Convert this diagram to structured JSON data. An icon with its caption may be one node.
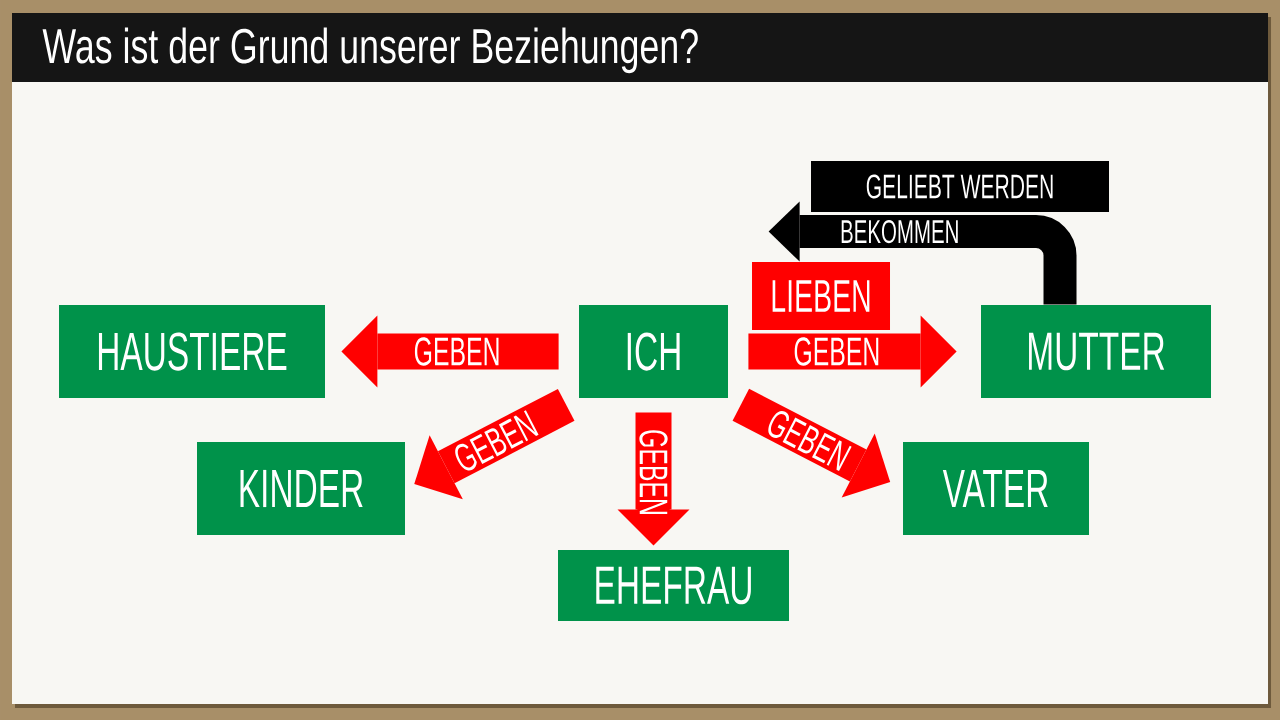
{
  "diagram": {
    "title": "Was ist der Grund unserer Beziehungen?",
    "nodes": [
      {
        "text": [
          "GELIEBT WERDEN"
        ]
      },
      {
        "text": [
          "LIEBEN"
        ]
      },
      {
        "text": [
          "HAUSTIERE"
        ]
      },
      {
        "text": [
          "ICH"
        ]
      },
      {
        "text": [
          "MUTTER"
        ]
      },
      {
        "text": [
          "KINDER"
        ]
      },
      {
        "text": [
          "VATER"
        ]
      },
      {
        "text": [
          "EHEFRAU"
        ]
      }
    ],
    "edges": [
      {
        "from": 3,
        "to": 2,
        "arrow": "to",
        "label": "GEBEN"
      },
      {
        "from": 3,
        "to": 4,
        "arrow": "to",
        "label": "GEBEN"
      },
      {
        "from": 3,
        "to": 5,
        "arrow": "to",
        "label": "GEBEN"
      },
      {
        "from": 3,
        "to": 7,
        "arrow": "to",
        "label": "GEBEN"
      },
      {
        "from": 3,
        "to": 6,
        "arrow": "to",
        "label": "GEBEN"
      },
      {
        "from": 4,
        "to": 1,
        "arrow": "to",
        "label": "BEKOMMEN",
        "color": "#000000"
      }
    ]
  }
}
